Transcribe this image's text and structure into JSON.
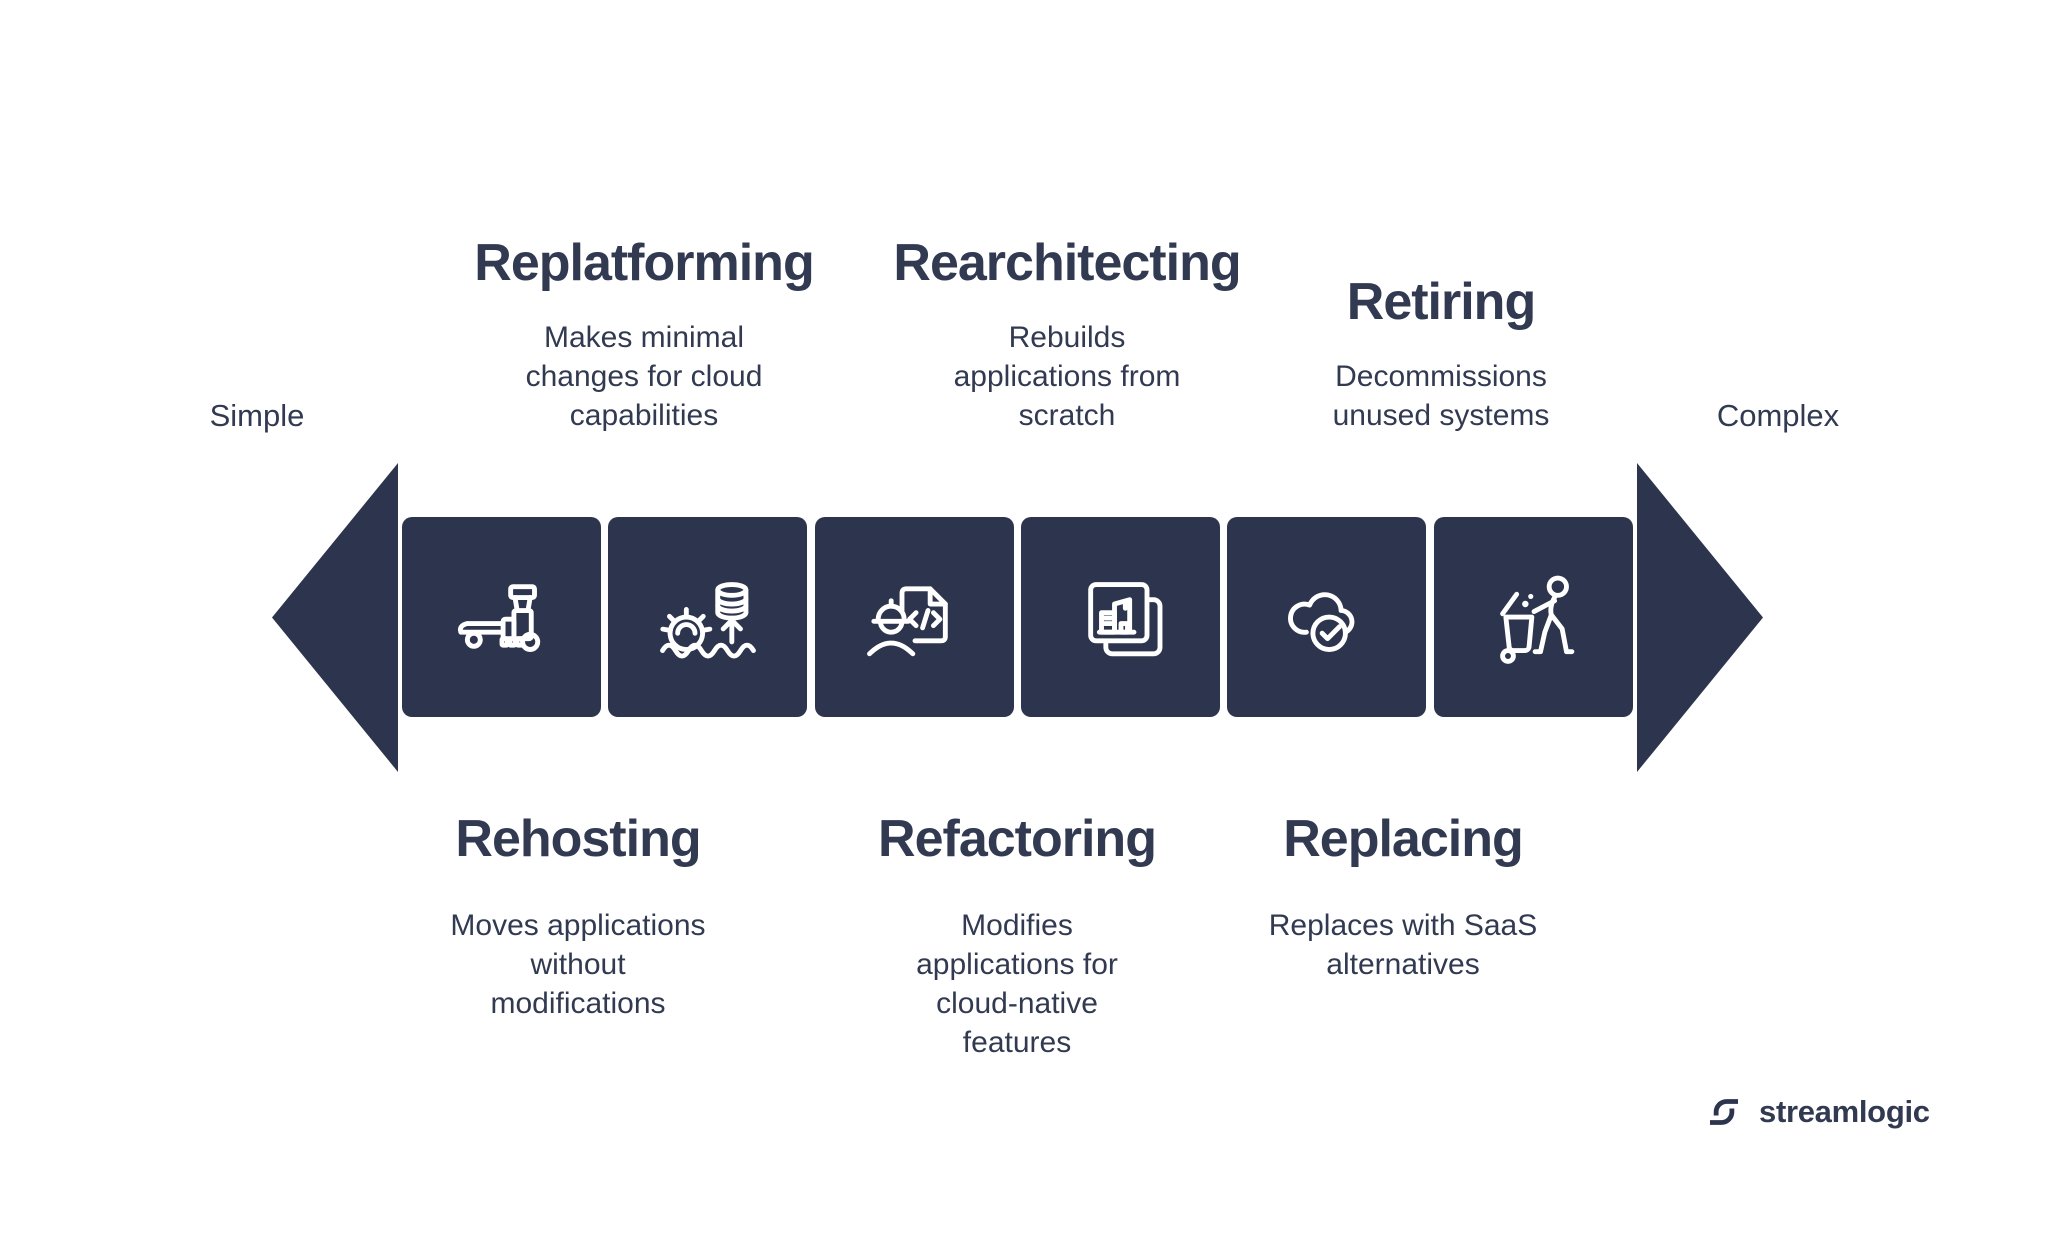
{
  "colors": {
    "navy": "#2d344d",
    "text": "#323a52",
    "icon_stroke": "#ffffff",
    "background": "#ffffff"
  },
  "scale_labels": {
    "left": "Simple",
    "right": "Complex"
  },
  "top_strategies": [
    {
      "title": "Replatforming",
      "description": "Makes minimal\nchanges for cloud\ncapabilities"
    },
    {
      "title": "Rearchitecting",
      "description": "Rebuilds\napplications from\nscratch"
    },
    {
      "title": "Retiring",
      "description": "Decommissions\nunused systems"
    }
  ],
  "bottom_strategies": [
    {
      "title": "Rehosting",
      "description": "Moves applications\nwithout\nmodifications"
    },
    {
      "title": "Refactoring",
      "description": "Modifies\napplications for\ncloud-native\nfeatures"
    },
    {
      "title": "Replacing",
      "description": "Replaces with SaaS\nalternatives"
    }
  ],
  "arrow": {
    "boxes": [
      {
        "icon": "pallet-truck-icon"
      },
      {
        "icon": "gear-wave-upgrade-icon"
      },
      {
        "icon": "engineer-code-icon"
      },
      {
        "icon": "blueprint-stack-icon"
      },
      {
        "icon": "cloud-check-icon"
      },
      {
        "icon": "person-trash-icon"
      }
    ]
  },
  "logo": {
    "text": "streamlogic"
  }
}
